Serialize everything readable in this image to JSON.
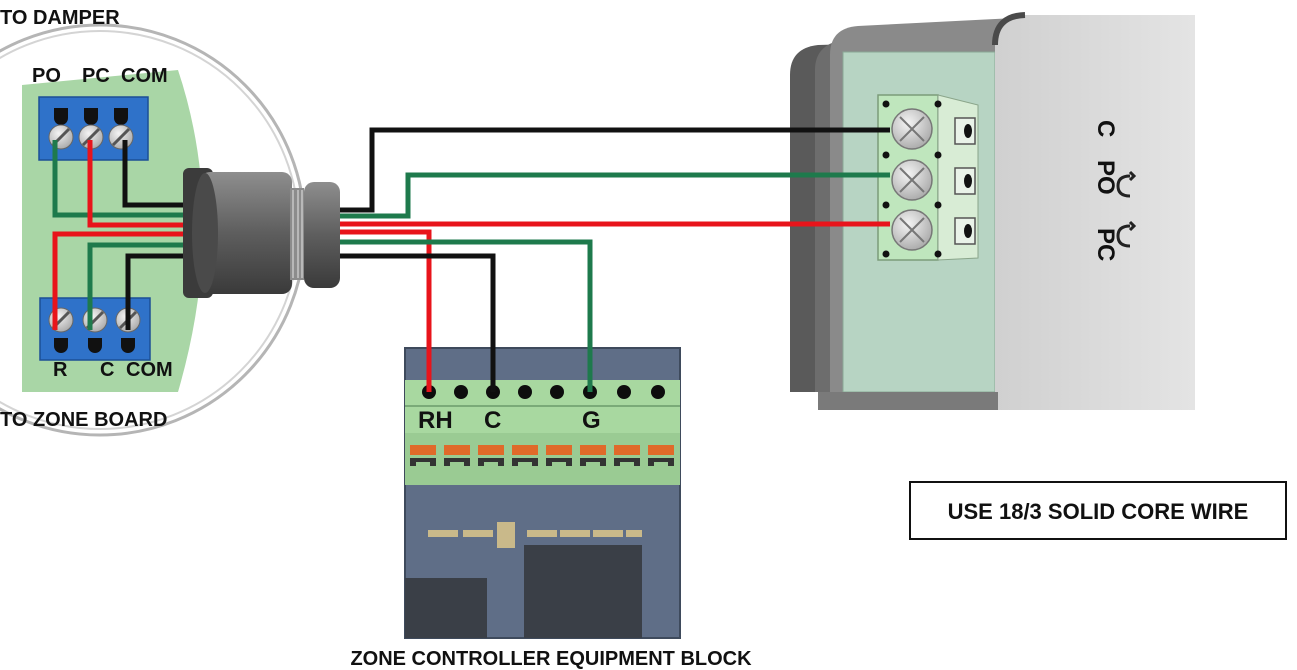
{
  "labels": {
    "to_damper": "TO DAMPER",
    "to_zone_board": "TO ZONE BOARD",
    "zone_controller": "ZONE CONTROLLER EQUIPMENT BLOCK",
    "wire_note": "USE 18/3 SOLID CORE WIRE"
  },
  "damper_terminals": [
    "PO",
    "PC",
    "COM"
  ],
  "zone_board_terminals": [
    "R",
    "C",
    "COM"
  ],
  "controller_terminals": [
    "RH",
    "C",
    "G"
  ],
  "actuator_terminals": [
    "C",
    "PO",
    "PC"
  ],
  "colors": {
    "black_wire": "#111111",
    "green_wire": "#1e7a4c",
    "red_wire": "#e8141b",
    "terminal_blue": "#2f72c9",
    "board_green": "#a8d8a0",
    "controller_body": "#5f6e87",
    "actuator_panel": "#b9d5c4"
  }
}
